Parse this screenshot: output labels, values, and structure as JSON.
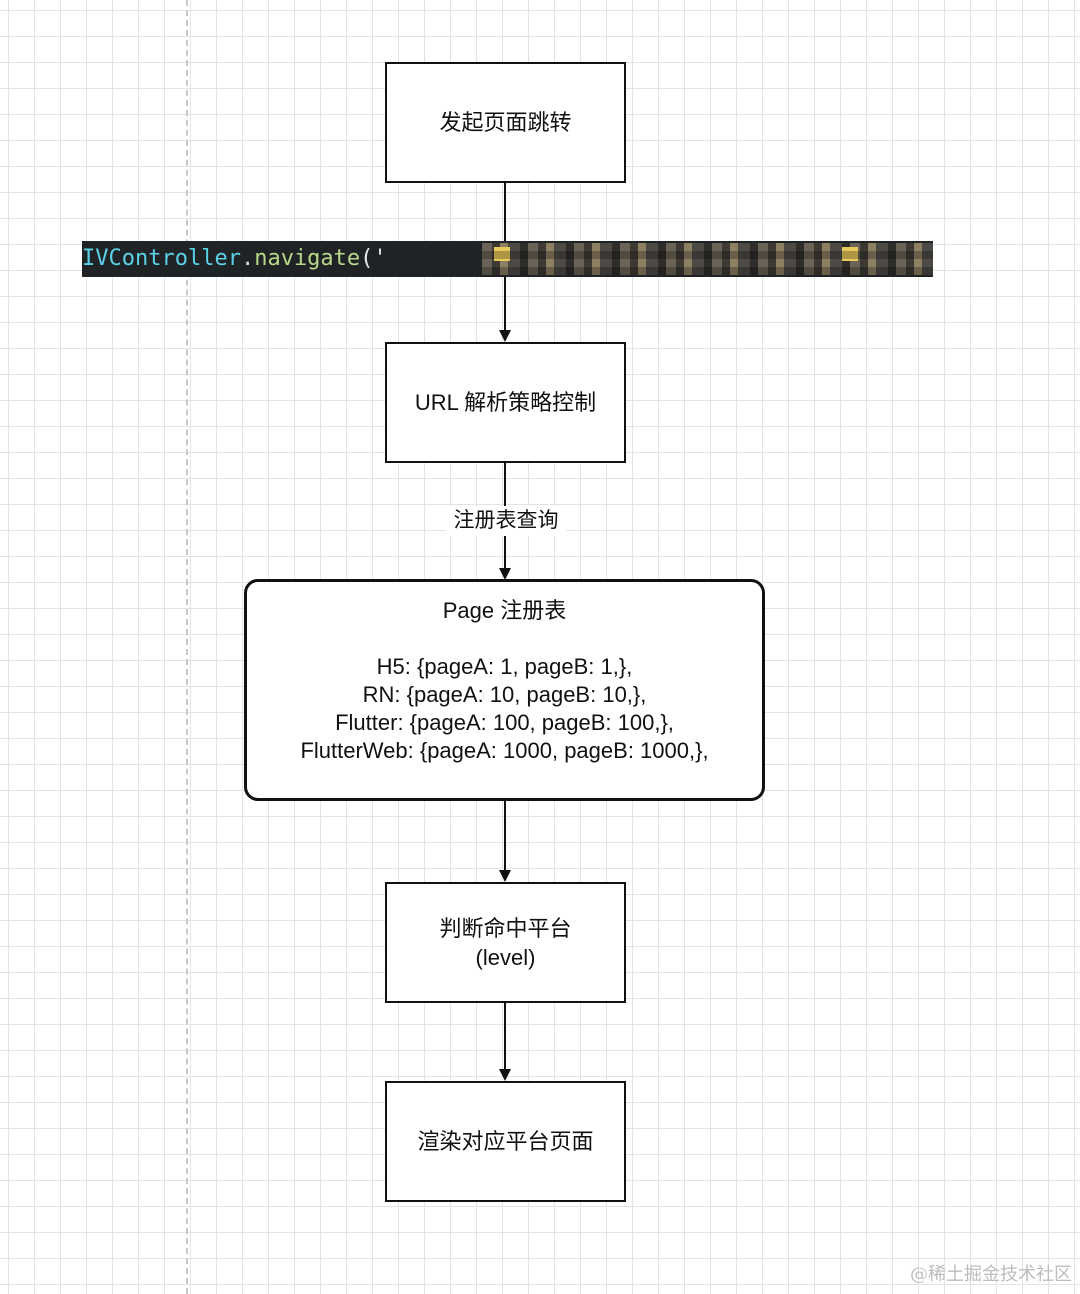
{
  "nodes": {
    "start": "发起页面跳转",
    "url_parse": "URL 解析策略控制",
    "registry": {
      "title": "Page 注册表",
      "lines": [
        "H5: {pageA: 1, pageB: 1,},",
        "RN: {pageA: 10, pageB: 10,},",
        "Flutter: {pageA: 100, pageB: 100,},",
        "FlutterWeb: {pageA: 1000, pageB: 1000,},"
      ]
    },
    "match": {
      "line1": "判断命中平台",
      "line2": "(level)"
    },
    "render": "渲染对应平台页面"
  },
  "edge_label": "注册表查询",
  "code": {
    "class_name": "IVController",
    "dot": ".",
    "method": "navigate",
    "open": "('",
    "close": "');"
  },
  "watermark": "@稀土掘金技术社区"
}
